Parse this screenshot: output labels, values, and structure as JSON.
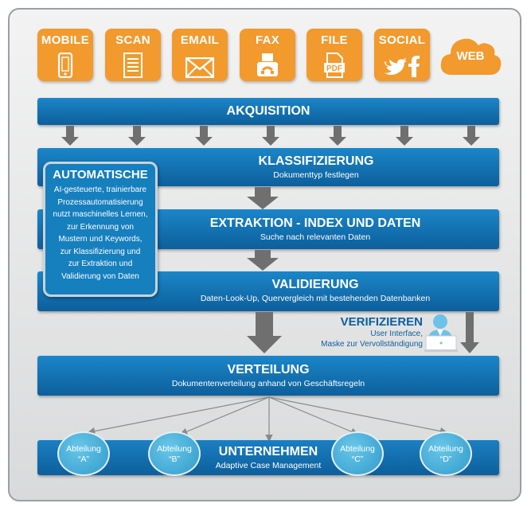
{
  "sources": [
    {
      "label": "MOBILE",
      "icon": "mobile-icon"
    },
    {
      "label": "SCAN",
      "icon": "scan-icon"
    },
    {
      "label": "EMAIL",
      "icon": "envelope-icon"
    },
    {
      "label": "FAX",
      "icon": "fax-icon"
    },
    {
      "label": "FILE",
      "icon": "pdf-icon"
    },
    {
      "label": "SOCIAL",
      "icon": "social-icon"
    },
    {
      "label": "WEB",
      "icon": "cloud-icon"
    }
  ],
  "pdf_text": "PDF",
  "akquisition": {
    "title": "AKQUISITION"
  },
  "klassifizierung": {
    "title": "KLASSIFIZIERUNG",
    "subtitle": "Dokumenttyp festlegen"
  },
  "extraktion": {
    "title": "EXTRAKTION - INDEX UND DATEN",
    "subtitle": "Suche nach relevanten Daten"
  },
  "validierung": {
    "title": "VALIDIERUNG",
    "subtitle": "Daten-Look-Up, Quervergleich mit bestehenden Datenbanken"
  },
  "verteilung": {
    "title": "VERTEILUNG",
    "subtitle": "Dokumentenverteilung anhand von Geschäftsregeln"
  },
  "unternehmen": {
    "title": "UNTERNEHMEN",
    "subtitle": "Adaptive Case Management"
  },
  "automatische": {
    "title": "AUTOMATISCHE",
    "lines": [
      "AI-gesteuerte, trainierbare",
      "Prozessautomatisierung",
      "nutzt maschinelles Lernen,",
      "zur Erkennung von",
      "Mustern und Keywords,",
      "zur Klassifizierung und",
      "zur Extraktion und",
      "Validierung von Daten"
    ]
  },
  "verifizieren": {
    "title": "VERIFIZIEREN",
    "line1": "User Interface,",
    "line2": "Maske zur Vervollständigung"
  },
  "departments": [
    {
      "label": "Abteilung",
      "code": "“A”"
    },
    {
      "label": "Abteilung",
      "code": "“B”"
    },
    {
      "label": "Abteilung",
      "code": "“C”"
    },
    {
      "label": "Abteilung",
      "code": "“D”"
    }
  ],
  "colors": {
    "orange": "#f29a2e",
    "blue": "#1b86c8",
    "dark_blue": "#0d5f9c",
    "arrow": "#6f6f6f",
    "light_blue": "#4fb3dd"
  }
}
